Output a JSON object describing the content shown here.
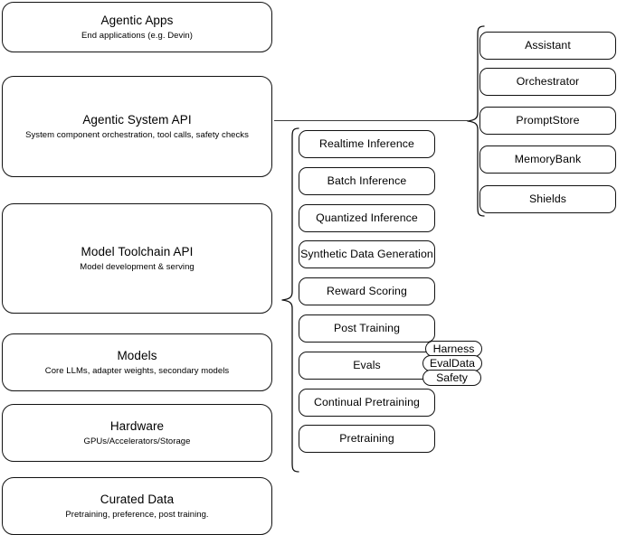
{
  "diagram": {
    "type": "layered-stack-architecture",
    "background_color": "#ffffff",
    "stroke_color": "#111111"
  },
  "layers": [
    {
      "title": "Agentic Apps",
      "subtitle": "End applications (e.g. Devin)"
    },
    {
      "title": "Agentic System API",
      "subtitle": "System component orchestration, tool calls, safety checks"
    },
    {
      "title": "Model Toolchain API",
      "subtitle": "Model development & serving"
    },
    {
      "title": "Models",
      "subtitle": "Core LLMs, adapter weights, secondary models"
    },
    {
      "title": "Hardware",
      "subtitle": "GPUs/Accelerators/Storage"
    },
    {
      "title": "Curated Data",
      "subtitle": "Pretraining, preference, post training."
    }
  ],
  "toolchain_capabilities": [
    {
      "label": "Realtime Inference"
    },
    {
      "label": "Batch Inference"
    },
    {
      "label": "Quantized Inference"
    },
    {
      "label": "Synthetic Data Generation"
    },
    {
      "label": "Reward Scoring"
    },
    {
      "label": "Post Training"
    },
    {
      "label": "Evals"
    },
    {
      "label": "Continual Pretraining"
    },
    {
      "label": "Pretraining"
    }
  ],
  "eval_components": [
    {
      "label": "Harness"
    },
    {
      "label": "EvalData"
    },
    {
      "label": "Safety"
    }
  ],
  "system_components": [
    {
      "label": "Assistant"
    },
    {
      "label": "Orchestrator"
    },
    {
      "label": "PromptStore"
    },
    {
      "label": "MemoryBank"
    },
    {
      "label": "Shields"
    }
  ]
}
